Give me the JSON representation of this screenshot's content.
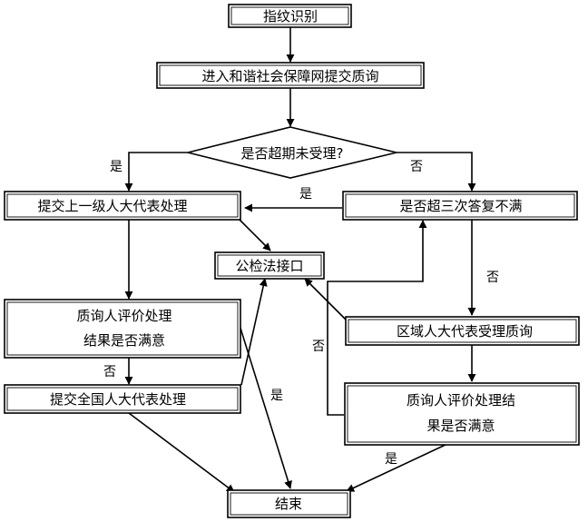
{
  "nodes": {
    "fingerprint": "指纹识别",
    "submit_inquiry": "进入和谐社会保障网提交质询",
    "overdue_decision": "是否超期未受理?",
    "submit_upper_rep": "提交上一级人大代表处理",
    "three_unsatisfied": "是否超三次答复不满",
    "prosecutor_interface": "公检法接口",
    "inquirer_eval_left_line1": "质询人评价处理",
    "inquirer_eval_left_line2": "结果是否满意",
    "regional_rep_accept": "区域人大代表受理质询",
    "submit_national_rep": "提交全国人大代表处理",
    "inquirer_eval_right_line1": "质询人评价处理结",
    "inquirer_eval_right_line2": "果是否满意",
    "end": "结束"
  },
  "edge_labels": {
    "overdue_yes": "是",
    "overdue_no": "否",
    "three_unsatisfied_yes": "是",
    "three_unsatisfied_no": "否",
    "left_eval_no": "否",
    "left_eval_yes": "是",
    "right_eval_no": "否",
    "right_eval_yes": "是"
  }
}
